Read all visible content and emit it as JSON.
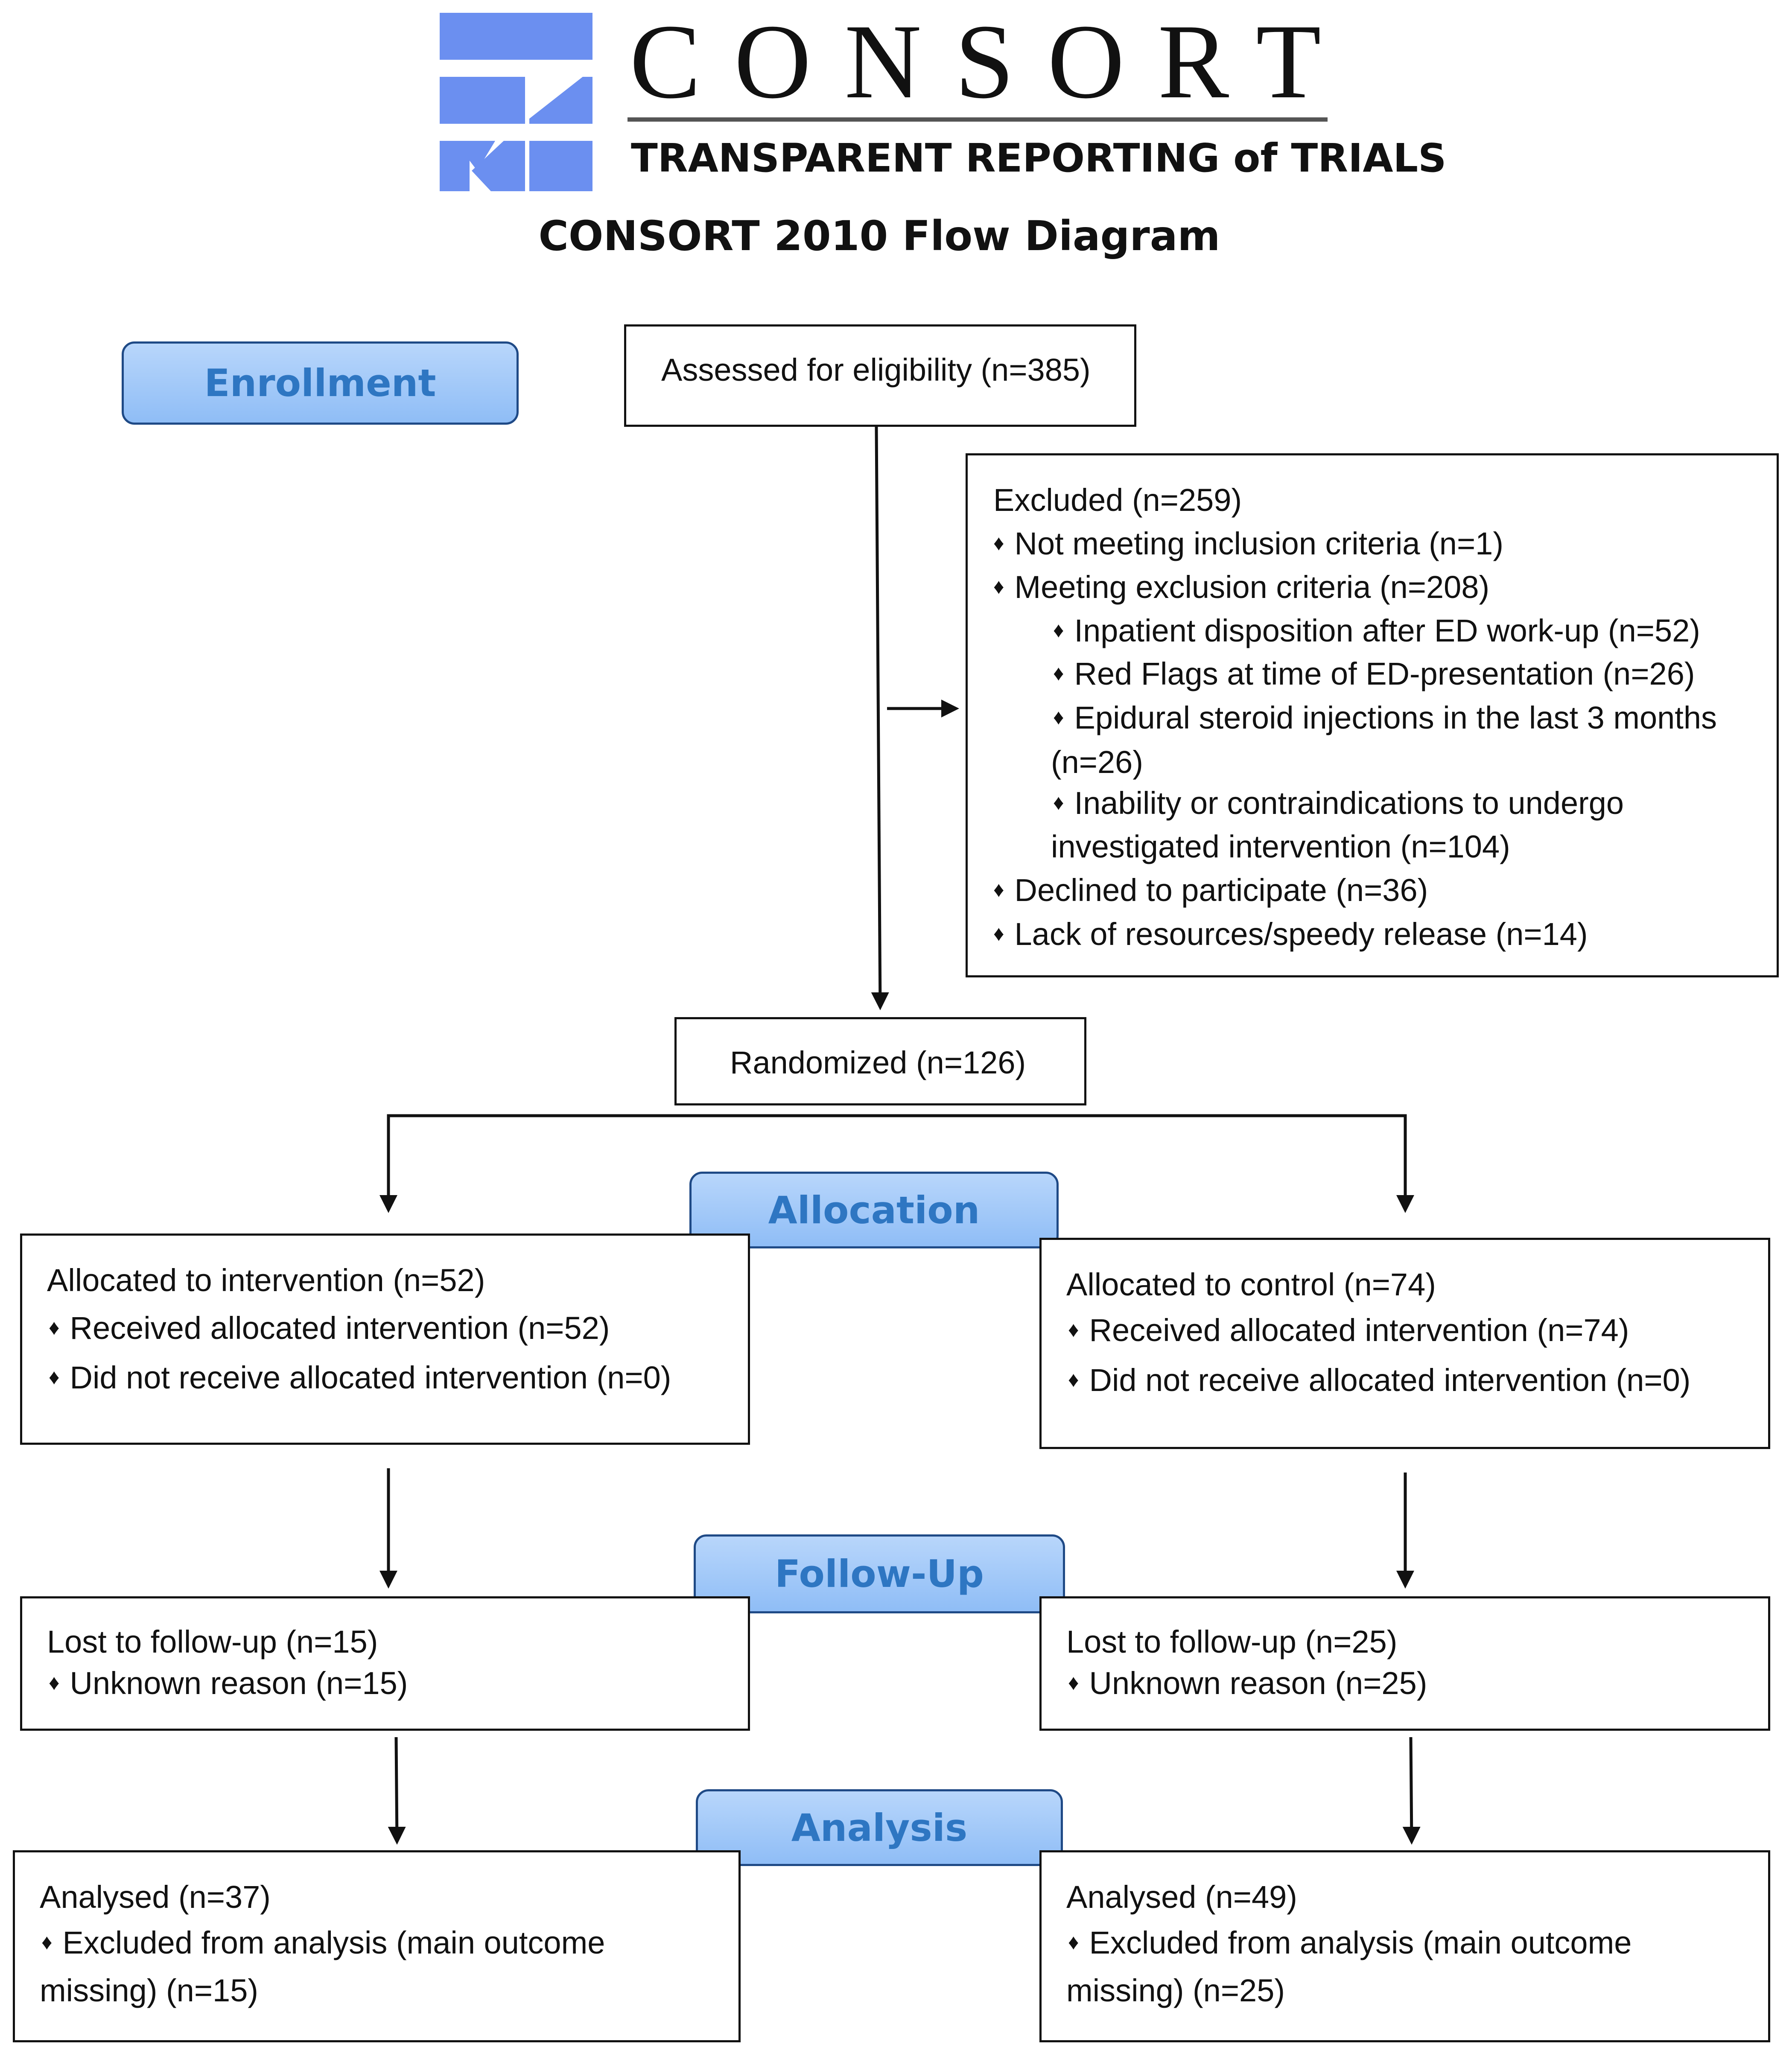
{
  "logo": {
    "name": "CONSORT",
    "tagline": "TRANSPARENT REPORTING of TRIALS",
    "color": "#6b8ff0"
  },
  "title": "CONSORT 2010 Flow Diagram",
  "stages": {
    "enrollment": "Enrollment",
    "allocation": "Allocation",
    "follow_up": "Follow-Up",
    "analysis": "Analysis"
  },
  "assessed": "Assessed for eligibility (n=385)",
  "excluded": {
    "header": "Excluded (n=259)",
    "items": [
      "Not meeting inclusion criteria (n=1)",
      "Meeting exclusion criteria (n=208)",
      "Inpatient disposition after ED work-up (n=52)",
      "Red Flags at time of ED-presentation (n=26)",
      "Epidural steroid injections in the last 3 months",
      "(n=26)",
      "Inability or contraindications to undergo",
      "investigated intervention (n=104)",
      "Declined to participate (n=36)",
      "Lack of resources/speedy release (n=14)"
    ]
  },
  "randomized": "Randomized (n=126)",
  "allocation": {
    "intervention": {
      "header": "Allocated to intervention (n=52)",
      "received": "Received allocated intervention (n=52)",
      "not_received": "Did not receive allocated intervention (n=0)"
    },
    "control": {
      "header": "Allocated to control (n=74)",
      "received": "Received allocated intervention (n=74)",
      "not_received": "Did not receive allocated intervention (n=0)"
    }
  },
  "follow_up": {
    "intervention": {
      "header": "Lost to follow-up (n=15)",
      "reason": "Unknown reason (n=15)"
    },
    "control": {
      "header": "Lost to follow-up (n=25)",
      "reason": "Unknown reason (n=25)"
    }
  },
  "analysis": {
    "intervention": {
      "header": "Analysed (n=37)",
      "excluded_line1": "Excluded from analysis (main outcome",
      "excluded_line2": "missing) (n=15)"
    },
    "control": {
      "header": "Analysed (n=49)",
      "excluded_line1": "Excluded from analysis (main outcome",
      "excluded_line2": "missing) (n=25)"
    }
  },
  "bullet_icon": "diamond-bullet-icon"
}
